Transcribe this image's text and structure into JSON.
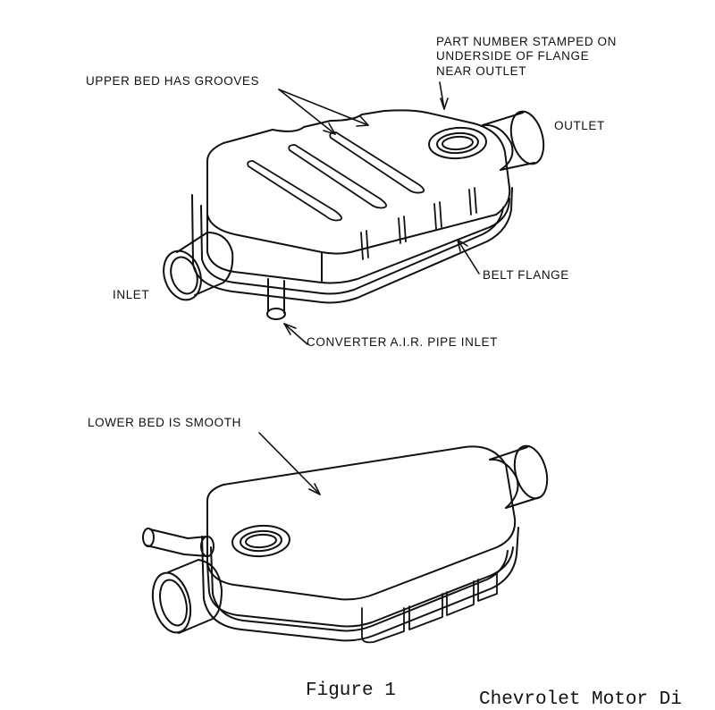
{
  "labels": {
    "part_number": [
      "PART NUMBER STAMPED ON",
      "UNDERSIDE OF FLANGE",
      "NEAR OUTLET"
    ],
    "upper_bed": "UPPER BED HAS GROOVES",
    "outlet": "OUTLET",
    "inlet": "INLET",
    "belt_flange": "BELT FLANGE",
    "air_pipe": "CONVERTER A.I.R. PIPE INLET",
    "lower_bed": "LOWER BED IS SMOOTH"
  },
  "caption": {
    "figure": "Figure 1",
    "credit": "Chevrolet Motor Di"
  }
}
